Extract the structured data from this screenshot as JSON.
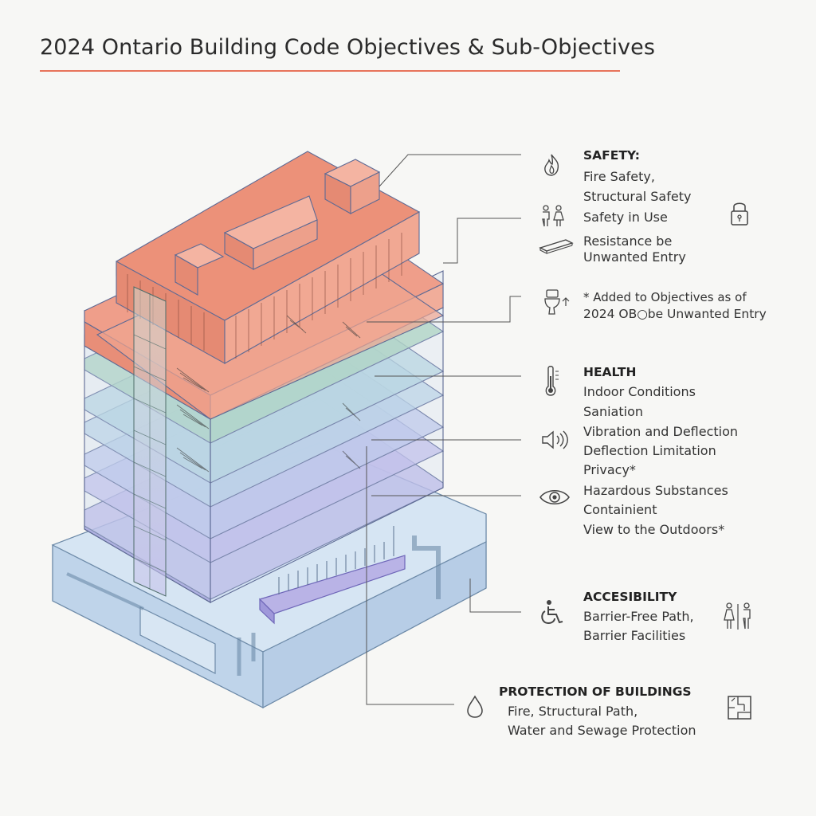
{
  "title": "2024 Ontario Building Code Objectives & Sub-Objectives",
  "colors": {
    "accent_rule": "#e8735a",
    "roof": "#e99a85",
    "green_floor": "#a9d3b8",
    "blue_floor": "#b8d3e4",
    "purple_floor": "#b9b3e6",
    "podium": "#c5d8ec"
  },
  "safety": {
    "heading": "SAFETY:",
    "items": [
      "Fire Safety,",
      "Structural Safety",
      "Safety in Use",
      "Resistance be",
      "Unwanted Entry"
    ],
    "icons": [
      "flame-icon",
      "people-icon",
      "bar-icon",
      "padlock-icon"
    ]
  },
  "note": {
    "line1": "* Added to Objectives as of",
    "line2": "2024 OB○be Unwanted Entry",
    "icon": "toilet-icon"
  },
  "health": {
    "heading": "HEALTH",
    "items": [
      "Indoor Conditions",
      "Saniation",
      "Vibration and Deflection",
      "Deflection Limitation",
      "Privacy*",
      "Hazardous Substances",
      "Containient",
      "View to the Outdoors*"
    ],
    "icons": [
      "thermometer-icon",
      "speaker-icon",
      "eye-icon"
    ]
  },
  "accessibility": {
    "heading": "ACCESIBILITY",
    "items": [
      "Barrier-Free Path,",
      "Barrier Facilities"
    ],
    "icons": [
      "wheelchair-icon",
      "restroom-icon"
    ]
  },
  "protection": {
    "heading": "PROTECTION OF BUILDINGS",
    "items": [
      "Fire, Structural Path,",
      "Water and Sewage Protection"
    ],
    "icons": [
      "water-drop-icon",
      "floor-plan-icon"
    ]
  }
}
